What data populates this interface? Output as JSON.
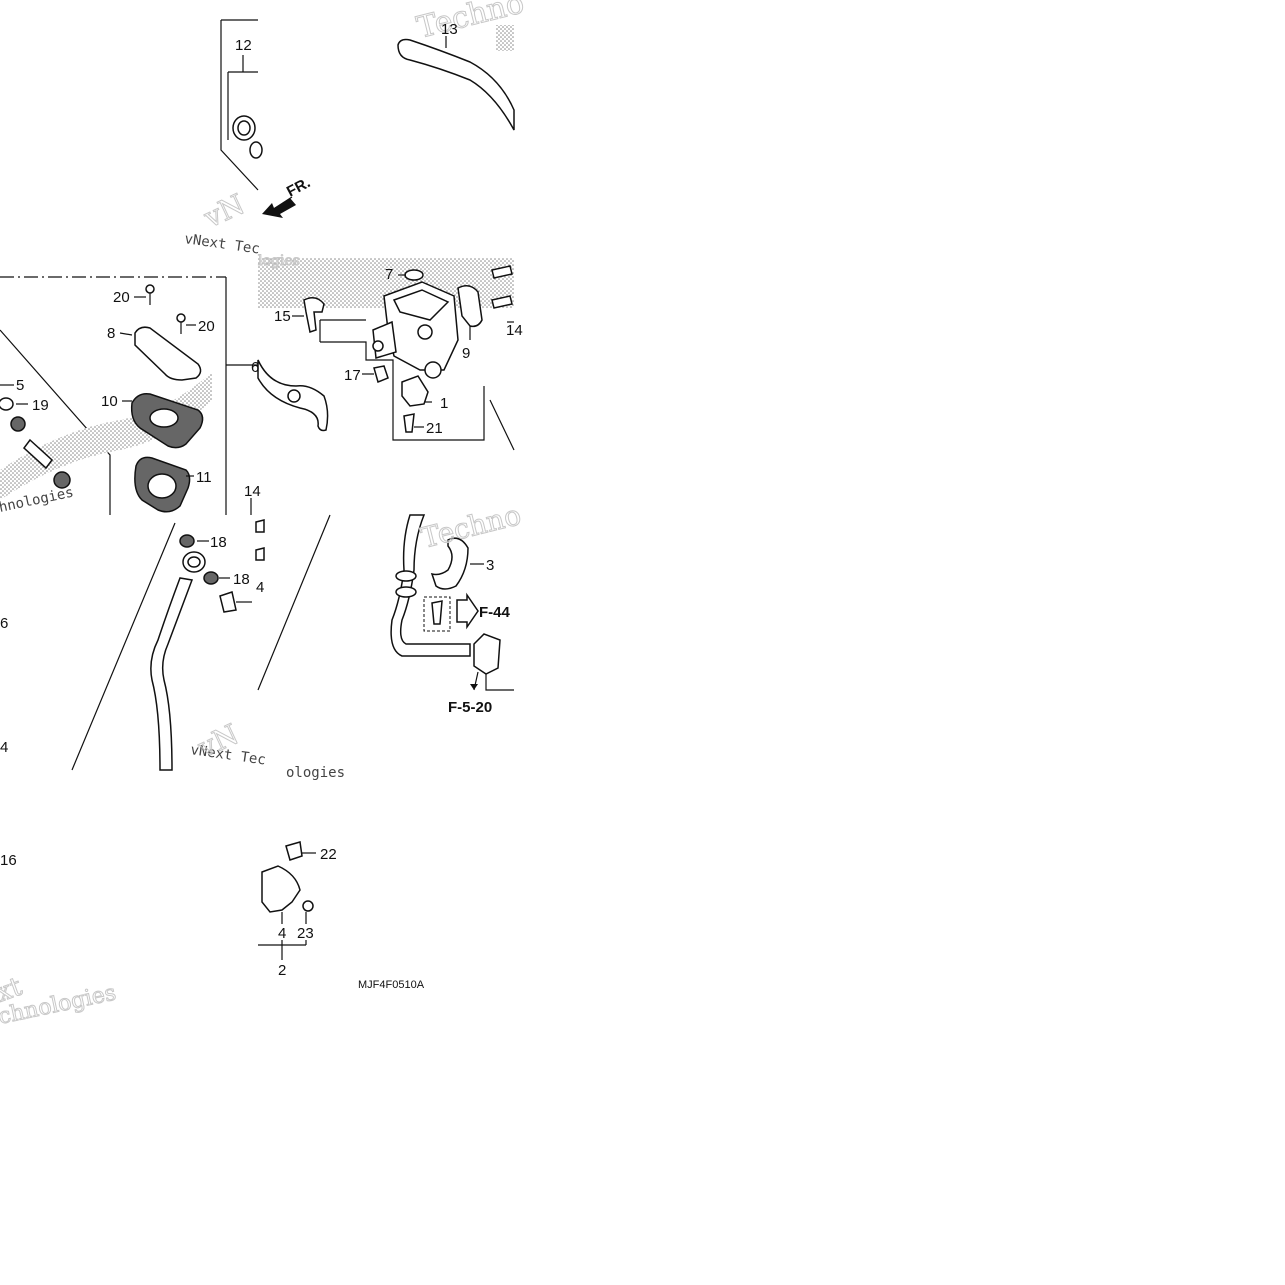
{
  "diagram": {
    "part_labels": {
      "p1": "1",
      "p2": "2",
      "p3": "3",
      "p4a": "4",
      "p4b": "4",
      "p4c": "4",
      "p5": "5",
      "p6a": "6",
      "p6b": "6",
      "p7": "7",
      "p8": "8",
      "p9": "9",
      "p10": "10",
      "p11": "11",
      "p12": "12",
      "p13": "13",
      "p14a": "14",
      "p14b": "14",
      "p15": "15",
      "p16": "16",
      "p17": "17",
      "p18a": "18",
      "p18b": "18",
      "p19": "19",
      "p20a": "20",
      "p20b": "20",
      "p21": "21",
      "p22": "22",
      "p23": "23"
    },
    "direction_label": "FR.",
    "refs": {
      "f44": "F-44",
      "f520": "F-5-20"
    },
    "drawing_code": "MJF4F0510A",
    "watermarks": {
      "w1": "Techno",
      "w2": "vNext Tec",
      "w3": "vN",
      "w4": "hnologies",
      "w5": "Techno",
      "w6": "vNext Tec",
      "w7": "ologies",
      "w8": "xt",
      "w9": "chnologies",
      "w10": "logies",
      "w11": "vN"
    }
  }
}
